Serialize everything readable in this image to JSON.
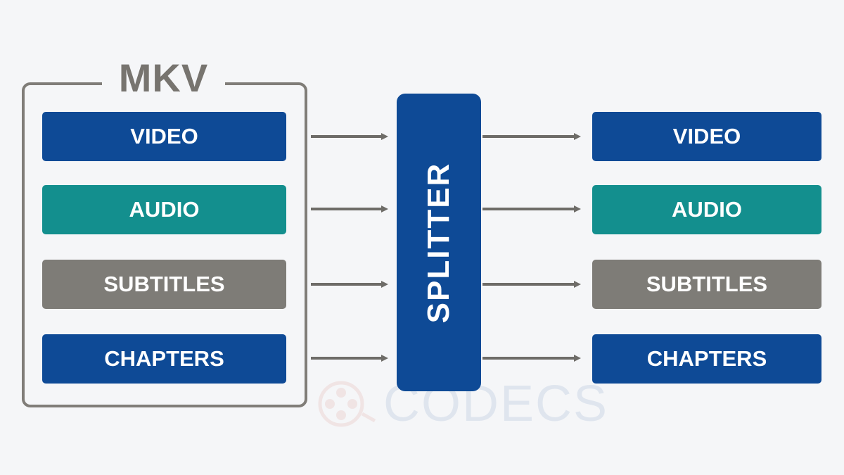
{
  "container": {
    "title": "MKV",
    "streams": [
      {
        "label": "VIDEO"
      },
      {
        "label": "AUDIO"
      },
      {
        "label": "SUBTITLES"
      },
      {
        "label": "CHAPTERS"
      }
    ]
  },
  "splitter": {
    "label": "SPLITTER"
  },
  "outputs": [
    {
      "label": "VIDEO"
    },
    {
      "label": "AUDIO"
    },
    {
      "label": "SUBTITLES"
    },
    {
      "label": "CHAPTERS"
    }
  ],
  "watermark": {
    "text": "CODECS"
  },
  "colors": {
    "video": "#0e4a96",
    "audio": "#138f8e",
    "subtitles": "#7e7c77",
    "chapters": "#0e4a96",
    "splitter": "#0e4a96",
    "frame": "#807d78",
    "arrow": "#6e6c68",
    "background": "#f5f6f8"
  }
}
